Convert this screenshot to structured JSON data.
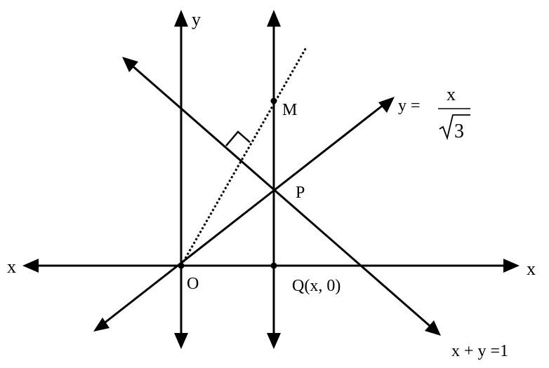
{
  "labels": {
    "x_left": "x",
    "x_right": "x",
    "y_axis": "y",
    "origin": "O",
    "point_q": "Q(x, 0)",
    "point_p": "P",
    "point_m": "M",
    "line1_lhs": "y =",
    "line1_num": "x",
    "line1_den": "3",
    "line2": "x + y =1"
  },
  "colors": {
    "ink": "#000000",
    "background": "#ffffff"
  }
}
